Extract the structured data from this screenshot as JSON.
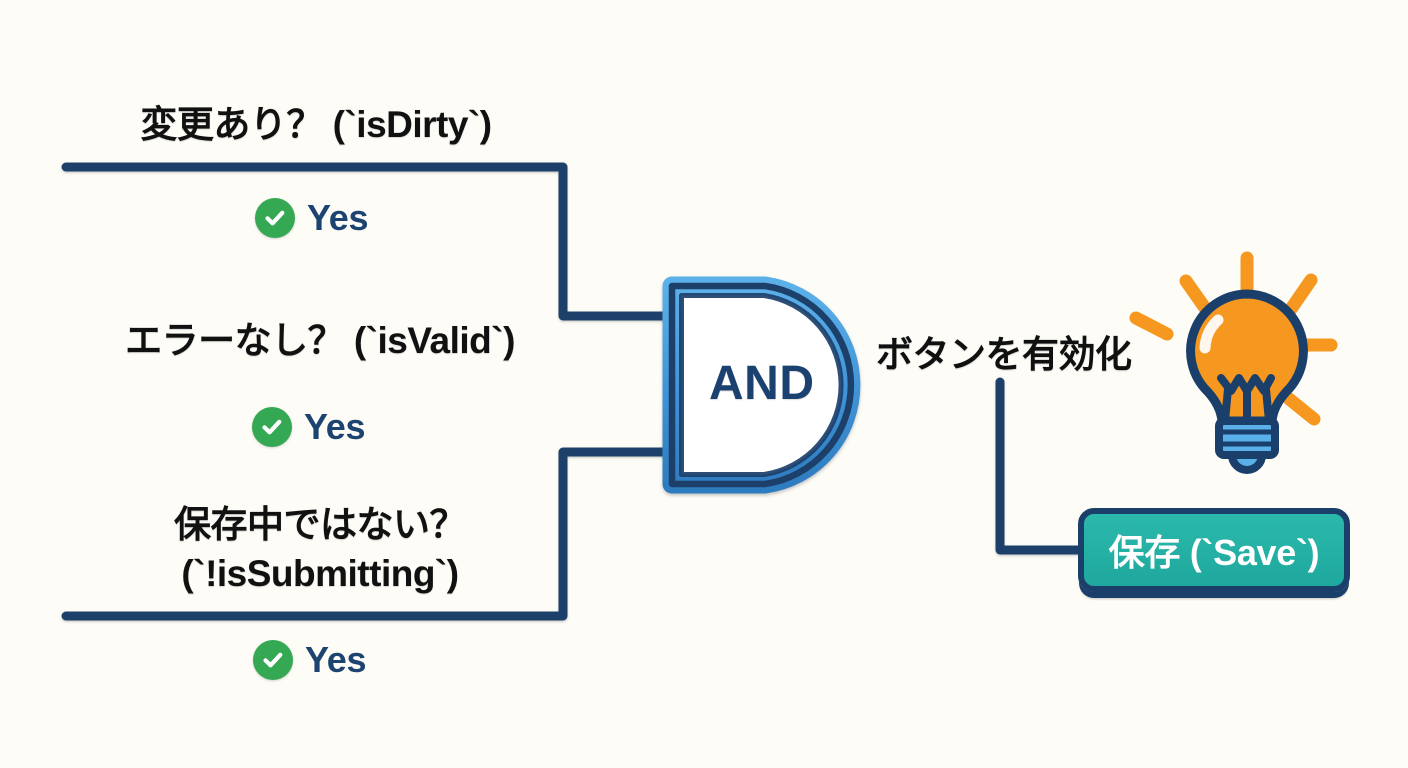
{
  "diagram": {
    "title_semantic": "form-save-button-enable-condition-and-gate",
    "background_color": "#fdfcf7",
    "navy": "#1b3f6b",
    "gate_band_color": "#4a9fe0",
    "green": "#34a853",
    "orange": "#f6971f",
    "teal": "#22ada1"
  },
  "inputs": [
    {
      "label": "変更あり？ (`isDirty`)",
      "answer": "Yes",
      "answer_icon": "check-circle-icon"
    },
    {
      "label": "エラーなし？ (`isValid`)",
      "answer": "Yes",
      "answer_icon": "check-circle-icon"
    },
    {
      "label": "保存中ではない？\n(`!isSubmitting`)",
      "answer": "Yes",
      "answer_icon": "check-circle-icon"
    }
  ],
  "gate": {
    "label": "AND",
    "shape": "and-gate"
  },
  "output": {
    "label": "ボタンを有効化",
    "bulb_icon": "lightbulb-icon",
    "button_label": "保存 (`Save`)"
  }
}
